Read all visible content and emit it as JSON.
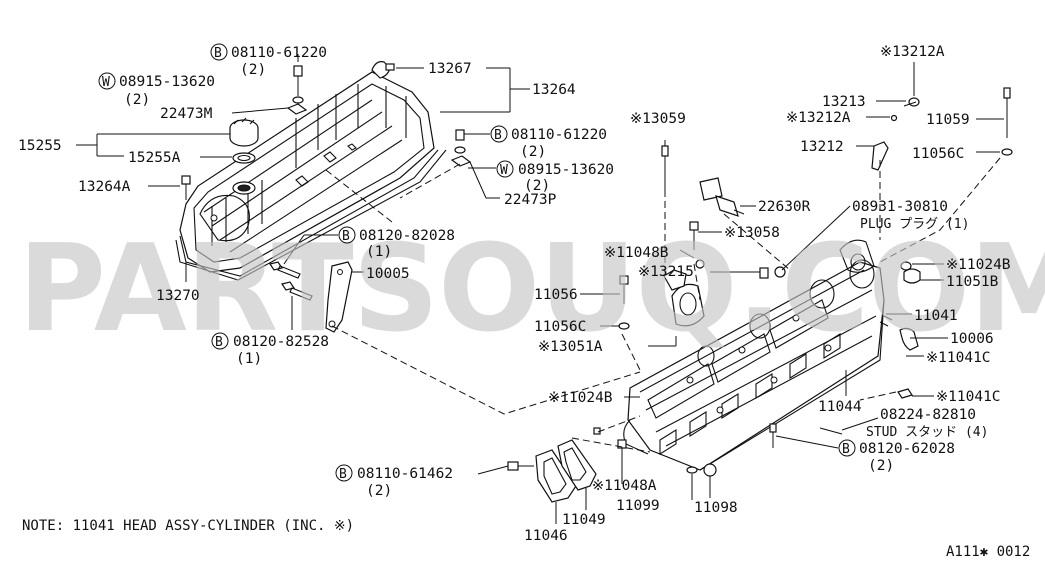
{
  "watermark": "PARTSOUQ.COM",
  "note": "NOTE: 11041 HEAD ASSY-CYLINDER (INC. ※)",
  "diagram_id": "A111✱ 0012",
  "labels": {
    "p08110_61220_a": "08110-61220",
    "p08110_61220_a_qty": "(2)",
    "p08915_13620_a": "08915-13620",
    "p08915_13620_a_qty": "(2)",
    "p22473M": "22473M",
    "p15255": "15255",
    "p15255A": "15255A",
    "p13264A": "13264A",
    "p13267": "13267",
    "p13264": "13264",
    "p13270": "13270",
    "p08110_61220_b": "08110-61220",
    "p08110_61220_b_qty": "(2)",
    "p08915_13620_b": "08915-13620",
    "p08915_13620_b_qty": "(2)",
    "p22473P": "22473P",
    "p08120_82028": "08120-82028",
    "p08120_82028_qty": "(1)",
    "p10005": "10005",
    "p08120_82528": "08120-82528",
    "p08120_82528_qty": "(1)",
    "p13059": "※13059",
    "p22630R": "22630R",
    "p13058": "※13058",
    "p11048B": "※11048B",
    "p13215": "※13215",
    "p11056": "11056",
    "p11056C_a": "11056C",
    "p13051A": "※13051A",
    "p13212A_top": "※13212A",
    "p13213": "13213",
    "p13212A_mid": "※13212A",
    "p13212": "13212",
    "p11059": "11059",
    "p11056C_b": "11056C",
    "p08931_30810": "08931-30810",
    "plug_text": "PLUG プラグ (1)",
    "p11024B_r": "※11024B",
    "p11051B": "11051B",
    "p11041": "11041",
    "p10006": "10006",
    "p11041C_a": "※11041C",
    "p11041C_b": "※11041C",
    "p11044": "11044",
    "p08224_82810": "08224-82810",
    "stud_text": "STUD スタッド (4)",
    "p08120_62028": "08120-62028",
    "p08120_62028_qty": "(2)",
    "p11024B_l": "※11024B",
    "p08110_61462": "08110-61462",
    "p08110_61462_qty": "(2)",
    "p11048A": "※11048A",
    "p11049": "11049",
    "p11099": "11099",
    "p11098": "11098",
    "p11046": "11046",
    "circle_B": "B",
    "circle_W": "W"
  }
}
